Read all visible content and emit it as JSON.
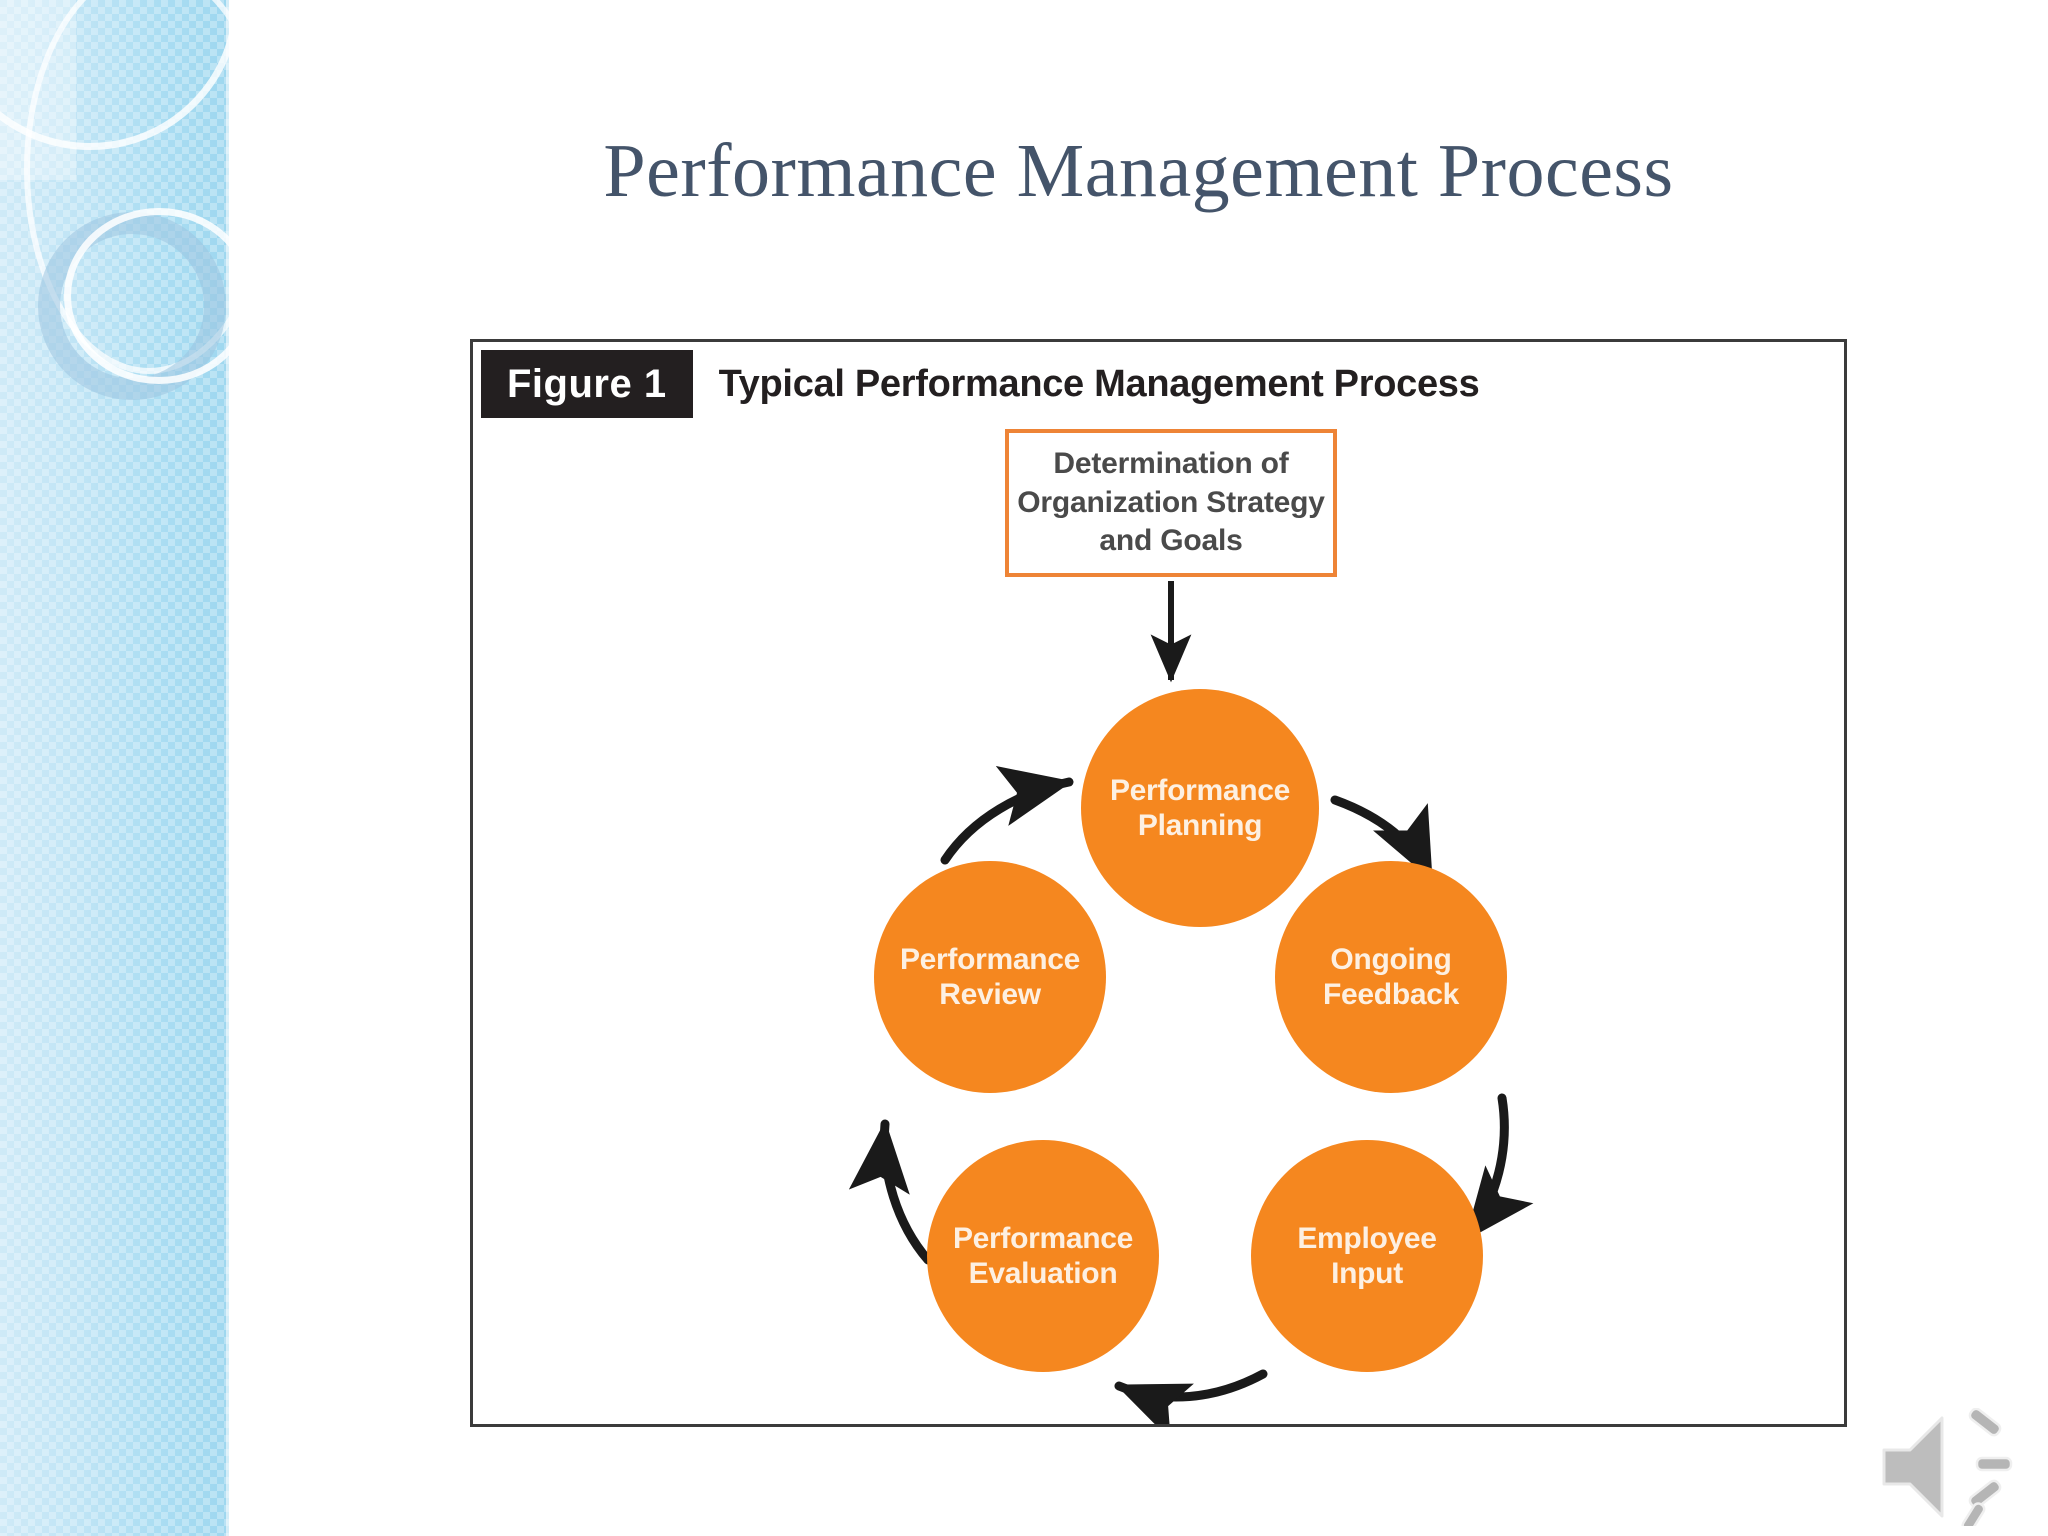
{
  "slide": {
    "title": "Performance Management Process",
    "title_color": "#44546a",
    "background_color": "#ffffff"
  },
  "sidebar": {
    "accent_color": "#aaddf2",
    "decoration": "concentric-rings-texture"
  },
  "figure": {
    "badge_label": "Figure 1",
    "caption": "Typical Performance Management Process",
    "badge_background": "#231f20",
    "border_color": "#3b3b3b"
  },
  "chart_data": {
    "type": "diagram",
    "title": "Typical Performance Management Process",
    "layout": "cycle-with-input",
    "accent_color": "#f5871f",
    "box_border_color": "#ee8436",
    "arrow_color": "#1a1a1a",
    "input_node": {
      "id": "strategy",
      "label": "Determination of\nOrganization Strategy\nand Goals",
      "line1": "Determination of",
      "line2": "Organization Strategy",
      "line3": "and Goals",
      "shape": "rectangle"
    },
    "cycle_nodes": [
      {
        "id": "planning",
        "label": "Performance Planning",
        "line1": "Performance",
        "line2": "Planning",
        "shape": "circle",
        "position": "top"
      },
      {
        "id": "feedback",
        "label": "Ongoing Feedback",
        "line1": "Ongoing",
        "line2": "Feedback",
        "shape": "circle",
        "position": "upper-right"
      },
      {
        "id": "employee",
        "label": "Employee Input",
        "line1": "Employee",
        "line2": "Input",
        "shape": "circle",
        "position": "lower-right"
      },
      {
        "id": "evaluation",
        "label": "Performance Evaluation",
        "line1": "Performance",
        "line2": "Evaluation",
        "shape": "circle",
        "position": "lower-left"
      },
      {
        "id": "review",
        "label": "Performance Review",
        "line1": "Performance",
        "line2": "Review",
        "shape": "circle",
        "position": "upper-left"
      }
    ],
    "edges": [
      {
        "from": "strategy",
        "to": "planning",
        "style": "straight",
        "direction": "down"
      },
      {
        "from": "planning",
        "to": "feedback",
        "style": "curved",
        "direction": "clockwise"
      },
      {
        "from": "feedback",
        "to": "employee",
        "style": "curved",
        "direction": "clockwise"
      },
      {
        "from": "employee",
        "to": "evaluation",
        "style": "curved",
        "direction": "clockwise"
      },
      {
        "from": "evaluation",
        "to": "review",
        "style": "curved",
        "direction": "clockwise"
      },
      {
        "from": "review",
        "to": "planning",
        "style": "curved",
        "direction": "clockwise"
      }
    ]
  },
  "media": {
    "speaker_icon_name": "speaker-icon",
    "speaker_color": "#bdbdbd"
  }
}
